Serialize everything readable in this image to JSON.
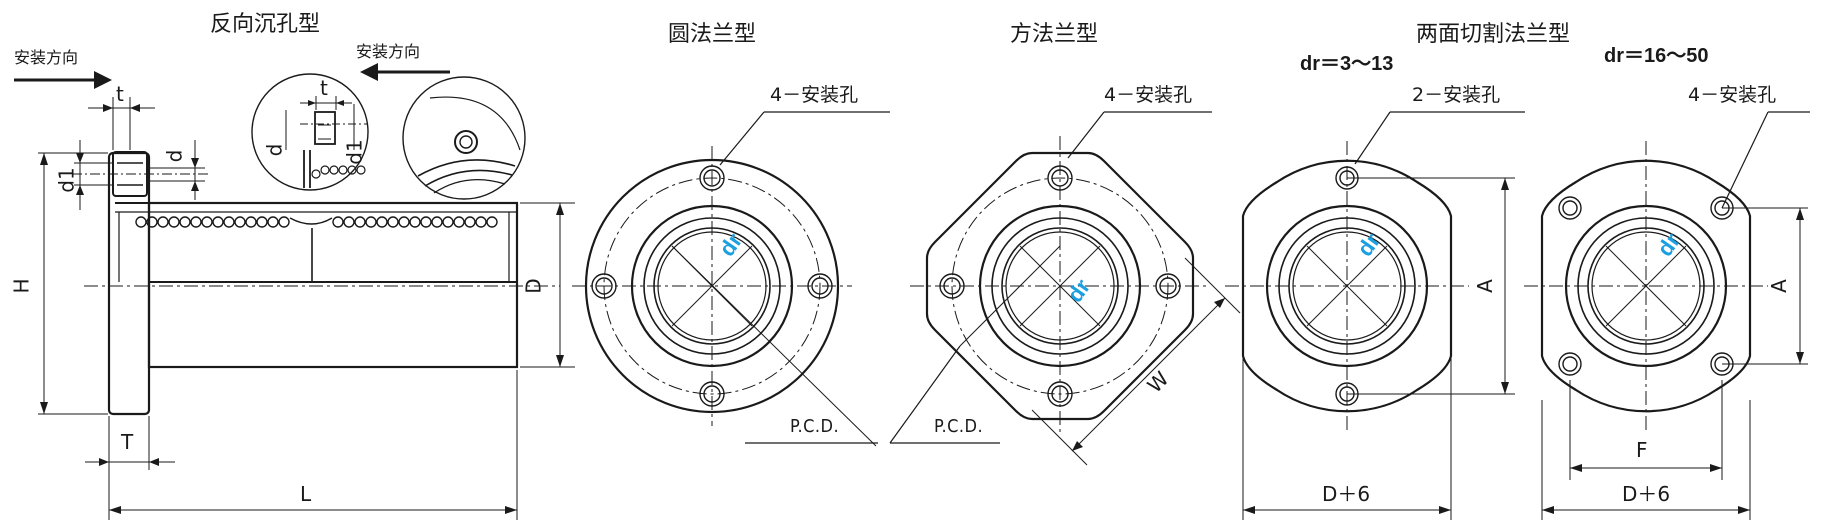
{
  "side_view": {
    "title": "反向沉孔型",
    "install_dir_left": "安装方向",
    "install_dir_detail": "安装方向",
    "dims": {
      "t": "t",
      "t_detail": "t",
      "d": "d",
      "d1": "d1",
      "d_detail": "d",
      "d1_detail": "d1",
      "H": "H",
      "D": "D",
      "T": "T",
      "L": "L"
    }
  },
  "round_flange": {
    "title": "圆法兰型",
    "holes": "4－安装孔",
    "pcd": "P.C.D.",
    "dr": "dr"
  },
  "square_flange": {
    "title": "方法兰型",
    "holes": "4－安装孔",
    "pcd": "P.C.D.",
    "dr": "dr",
    "w": "W"
  },
  "two_cut_flange": {
    "title": "两面切割法兰型",
    "small": {
      "range": "dr＝3～13",
      "holes": "2－安装孔",
      "a": "A",
      "width": "D＋6",
      "dr": "dr"
    },
    "large": {
      "range": "dr＝16～50",
      "holes": "4－安装孔",
      "a": "A",
      "f": "F",
      "width": "D＋6",
      "dr": "dr"
    }
  }
}
